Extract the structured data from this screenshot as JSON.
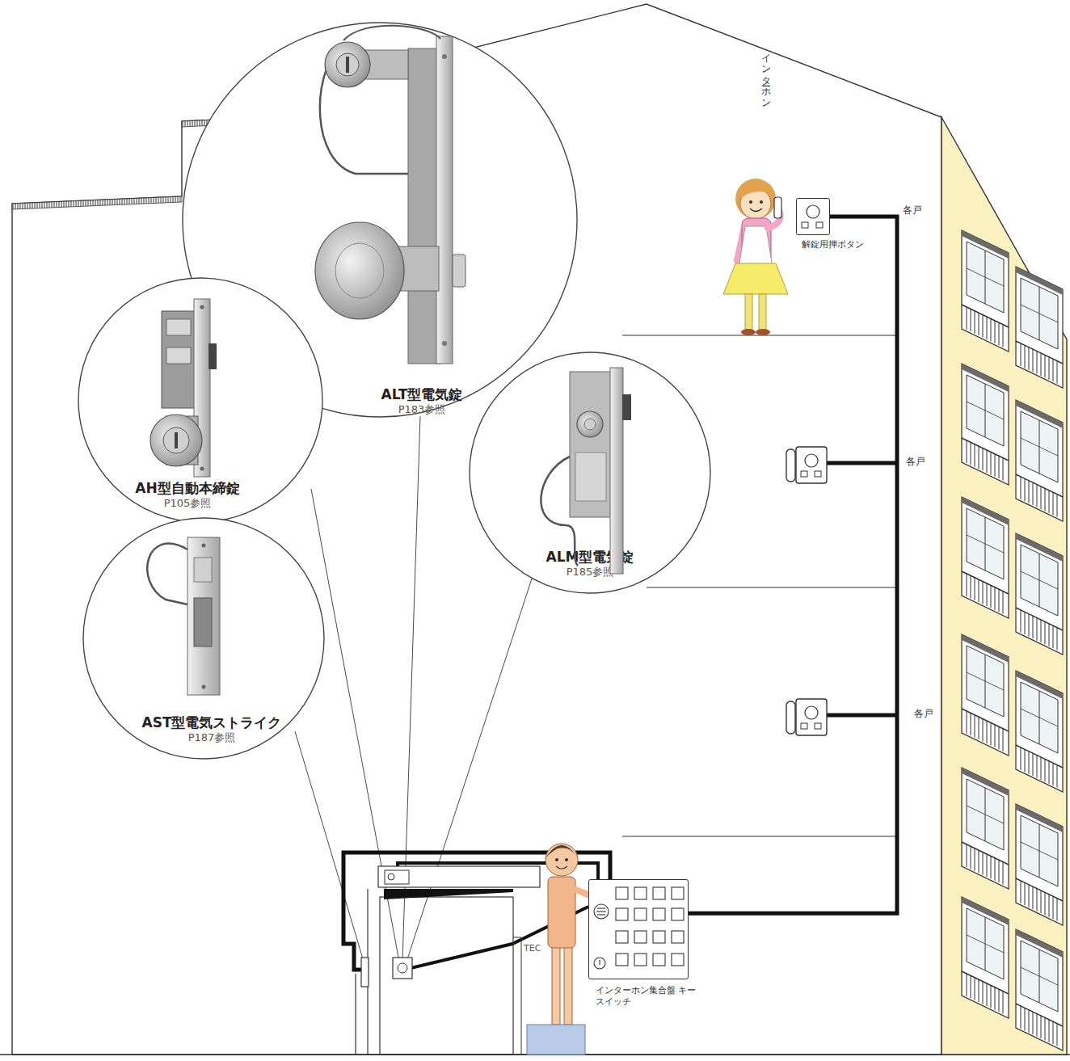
{
  "diagram": {
    "nodes": [
      {
        "text": [
          "ALT型電気錠",
          "P183参照"
        ]
      },
      {
        "text": [
          "AH型自動本締錠",
          "P105参照"
        ]
      },
      {
        "text": [
          "ALM型電気錠",
          "P185参照"
        ]
      },
      {
        "text": [
          "AST型電気ストライク",
          "P187参照"
        ]
      },
      {
        "text": [
          "解錠用押ボタン"
        ]
      },
      {
        "text": [
          "インターホン集合盤 キースイッチ"
        ]
      }
    ],
    "edges": [
      {
        "from": 5,
        "to": 4,
        "arrow": "none"
      }
    ],
    "labels": [
      "インターホン",
      "各戸",
      "各戸",
      "各戸",
      "TEC"
    ]
  }
}
